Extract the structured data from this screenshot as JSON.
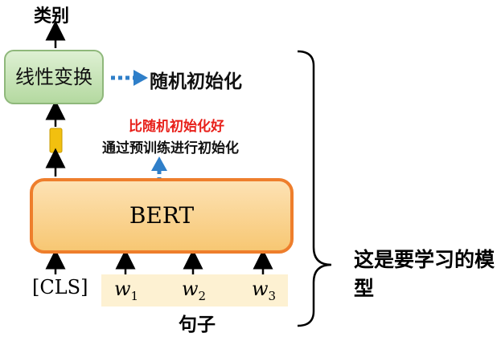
{
  "output_label": "类别",
  "linear_label": "线性变换",
  "random_init_label": "随机初始化",
  "better_label": "比随机初始化好",
  "pretrain_init_label": "通过预训练进行初始化",
  "bert_label": "BERT",
  "cls_token": "[CLS]",
  "tokens": [
    {
      "letter": "w",
      "sub": "1"
    },
    {
      "letter": "w",
      "sub": "2"
    },
    {
      "letter": "w",
      "sub": "3"
    }
  ],
  "sentence_label": "句子",
  "model_label": "这是要学习的模型",
  "colors": {
    "linear_fill": "#c6e3b4",
    "linear_border": "#8fb87b",
    "bert_fill": "#fbd391",
    "bert_border": "#ee7e2c",
    "cls_vector": "#f2c00f",
    "dotted_arrow": "#2f7fc9",
    "better_text": "#e8201a",
    "sentence_bg": "#fdf1d2"
  }
}
